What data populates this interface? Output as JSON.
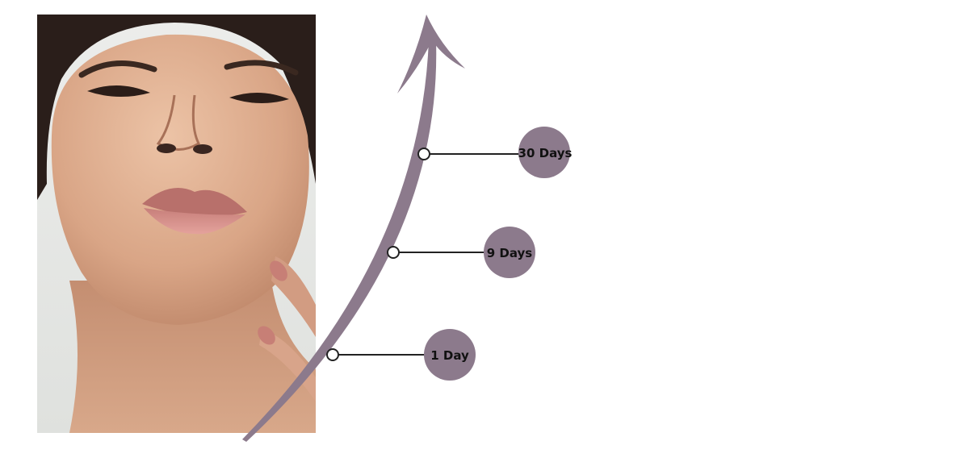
{
  "photo": {
    "subject": "portrait-photo"
  },
  "arrow": {
    "color": "#8c7a8c"
  },
  "milestones": [
    {
      "label": "30 Days"
    },
    {
      "label": "9 Days"
    },
    {
      "label": "1 Day"
    }
  ],
  "colors": {
    "badge": "#8c7a8c",
    "line": "#222222",
    "text": "#111111"
  }
}
